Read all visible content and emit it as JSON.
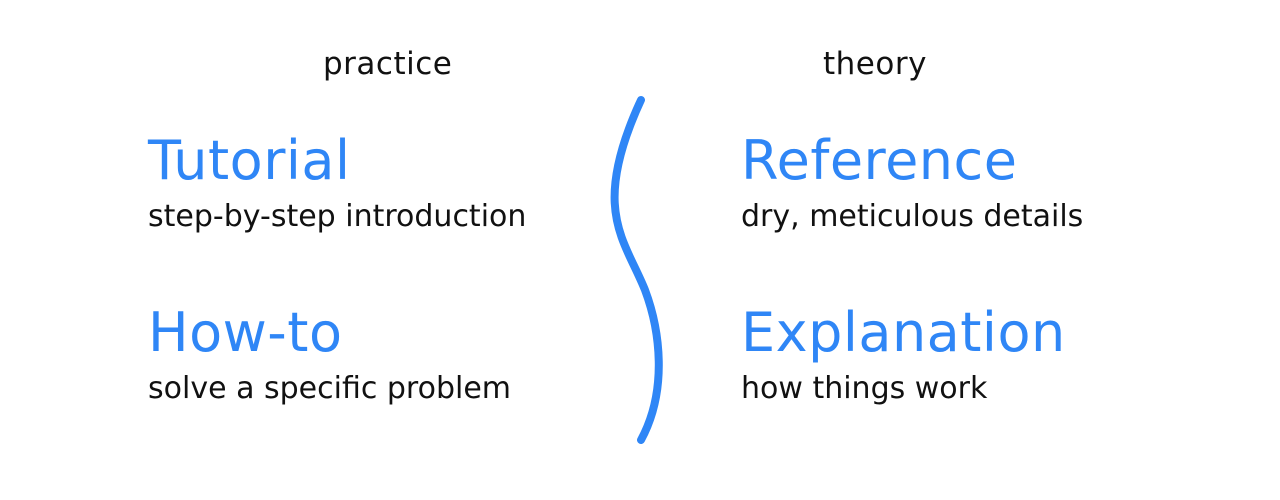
{
  "columns": {
    "practice_label": "practice",
    "theory_label": "theory"
  },
  "quadrants": {
    "tutorial": {
      "title": "Tutorial",
      "description": "step-by-step introduction"
    },
    "reference": {
      "title": "Reference",
      "description": "dry, meticulous details"
    },
    "howto": {
      "title": "How-to",
      "description": "solve a specific problem"
    },
    "explanation": {
      "title": "Explanation",
      "description": "how things work"
    }
  },
  "colors": {
    "accent": "#2f86f6",
    "text": "#111111",
    "background": "#ffffff"
  }
}
